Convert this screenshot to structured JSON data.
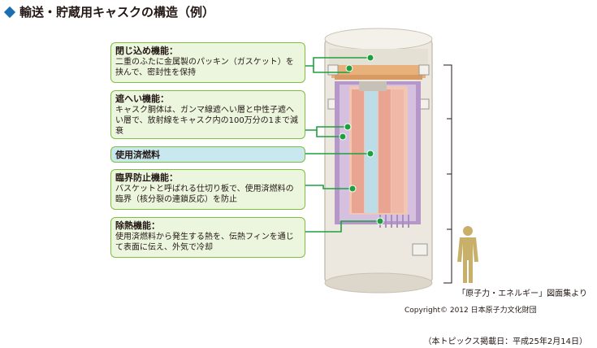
{
  "title": "輸送・貯蔵用キャスクの構造（例）",
  "functions": [
    {
      "head": "閉じ込め機能：",
      "body": "二重のふたに金属製のパッキン（ガスケット）を挟んで、密封性を保持"
    },
    {
      "head": "遮へい機能：",
      "body": "キャスク胴体は、ガンマ線遮へい層と中性子遮へい層で、放射線をキャスク内の100万分の1まで減衰"
    },
    {
      "head": "使用済燃料",
      "body": ""
    },
    {
      "head": "臨界防止機能：",
      "body": "バスケットと呼ばれる仕切り板で、使用済燃料の臨界（核分裂の連鎖反応）を防止"
    },
    {
      "head": "除熱機能：",
      "body": "使用済燃料から発生する熱を、伝熱フィンを通じて表面に伝え、外気で冷却"
    }
  ],
  "source": "「原子力・エネルギー」図面集より",
  "copyright": "Copyright© 2012 日本原子力文化財団",
  "posted": "（本トピックス掲載日：平成25年2月14日）",
  "colors": {
    "box_fill": "#ecf6de",
    "box_border": "#7fbf3f",
    "leader": "#1fa040",
    "fuel_fill": "#c9e7ee",
    "accent": "#1a6fb3"
  }
}
